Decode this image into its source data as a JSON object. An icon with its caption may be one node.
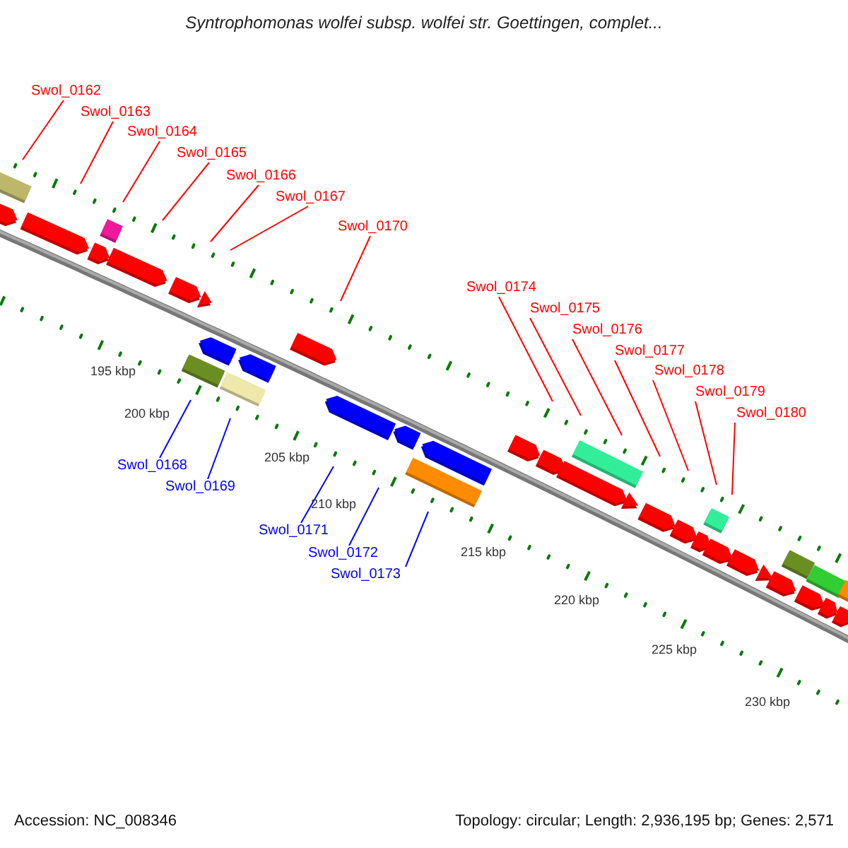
{
  "diagram": {
    "title": "Syntrophomonas wolfei subsp. wolfei str. Goettingen, complet...",
    "nodes": [
      {
        "text": [
          "Swol_0162"
        ]
      },
      {
        "text": [
          "Swol_0163"
        ]
      },
      {
        "text": [
          "Swol_0164"
        ]
      },
      {
        "text": [
          "Swol_0165"
        ]
      },
      {
        "text": [
          "Swol_0166"
        ]
      },
      {
        "text": [
          "Swol_0167"
        ]
      },
      {
        "text": [
          "Swol_0168"
        ]
      },
      {
        "text": [
          "Swol_0169"
        ]
      },
      {
        "text": [
          "Swol_0170"
        ]
      },
      {
        "text": [
          "Swol_0171"
        ]
      },
      {
        "text": [
          "Swol_0172"
        ]
      },
      {
        "text": [
          "Swol_0173"
        ]
      },
      {
        "text": [
          "Swol_0174"
        ]
      },
      {
        "text": [
          "Swol_0175"
        ]
      },
      {
        "text": [
          "Swol_0176"
        ]
      },
      {
        "text": [
          "Swol_0177"
        ]
      },
      {
        "text": [
          "Swol_0178"
        ]
      },
      {
        "text": [
          "Swol_0179"
        ]
      },
      {
        "text": [
          "Swol_0180"
        ]
      }
    ],
    "edges": [
      {
        "from": 0,
        "to": null,
        "arrow": "none"
      },
      {
        "from": 1,
        "to": null,
        "arrow": "none"
      },
      {
        "from": 2,
        "to": null,
        "arrow": "none"
      },
      {
        "from": 3,
        "to": null,
        "arrow": "none"
      },
      {
        "from": 4,
        "to": null,
        "arrow": "none"
      },
      {
        "from": 5,
        "to": null,
        "arrow": "none"
      },
      {
        "from": 6,
        "to": null,
        "arrow": "none",
        "color": "#0000ff"
      },
      {
        "from": 7,
        "to": null,
        "arrow": "none",
        "color": "#0000ff"
      },
      {
        "from": 8,
        "to": null,
        "arrow": "none"
      },
      {
        "from": 9,
        "to": null,
        "arrow": "none",
        "color": "#0000ff"
      },
      {
        "from": 10,
        "to": null,
        "arrow": "none",
        "color": "#0000ff"
      },
      {
        "from": 11,
        "to": null,
        "arrow": "none",
        "color": "#0000ff"
      },
      {
        "from": 12,
        "to": null,
        "arrow": "none"
      },
      {
        "from": 13,
        "to": null,
        "arrow": "none"
      },
      {
        "from": 14,
        "to": null,
        "arrow": "none"
      },
      {
        "from": 15,
        "to": null,
        "arrow": "none"
      },
      {
        "from": 16,
        "to": null,
        "arrow": "none"
      },
      {
        "from": 17,
        "to": null,
        "arrow": "none"
      },
      {
        "from": 18,
        "to": null,
        "arrow": "none"
      }
    ],
    "labels": [
      "195 kbp",
      "200 kbp",
      "205 kbp",
      "210 kbp",
      "215 kbp",
      "220 kbp",
      "225 kbp",
      "230 kbp",
      "Accession: NC_008346",
      "Topology: circular; Length: 2,936,195 bp; Genes: 2,571"
    ]
  }
}
